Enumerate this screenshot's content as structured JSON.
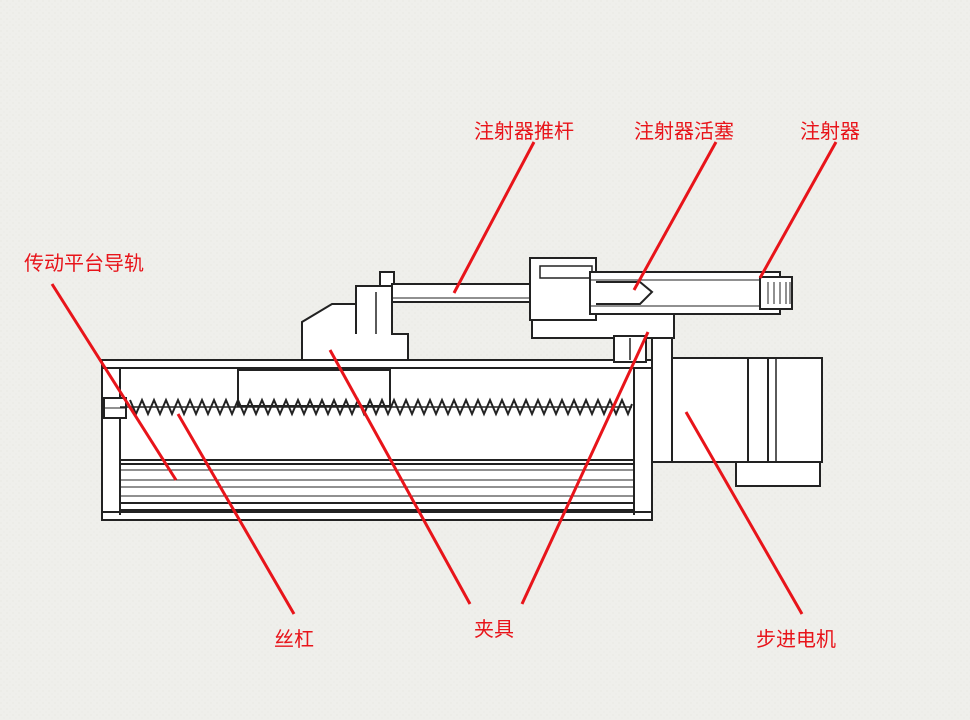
{
  "labels": {
    "syringe_pusher": "注射器推杆",
    "syringe_plunger": "注射器活塞",
    "syringe": "注射器",
    "guide_rail": "传动平台导轨",
    "lead_screw": "丝杠",
    "clamp": "夹具",
    "stepper_motor": "步进电机"
  },
  "colors": {
    "background": "#eeeeea",
    "line": "#222222",
    "callout": "#e8141a",
    "fill": "#ffffff"
  }
}
